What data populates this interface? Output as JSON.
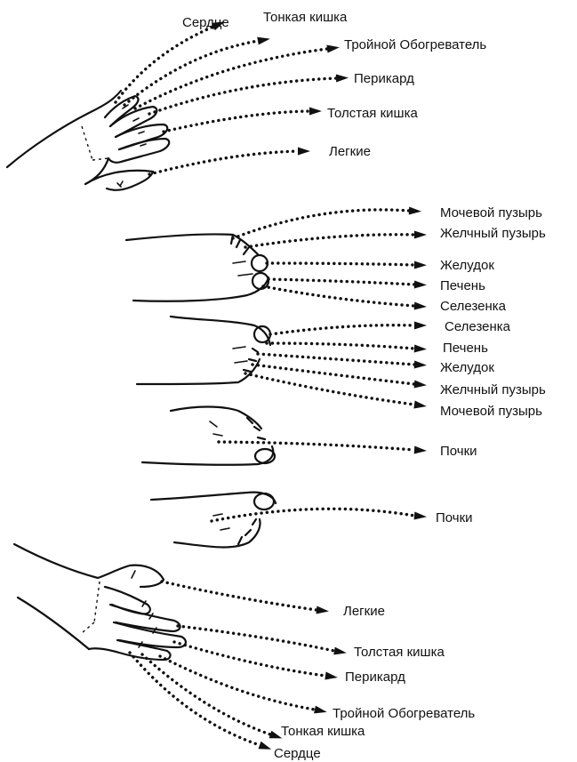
{
  "labels": {
    "upper_hand": {
      "heart": "Сердце",
      "small_intestine": "Тонкая кишка",
      "triple_warmer": "Тройной Обогреватель",
      "pericardium": "Перикард",
      "large_intestine": "Толстая кишка",
      "lungs": "Легкие"
    },
    "foot_1": {
      "bladder": "Мочевой пузырь",
      "gallbladder": "Желчный пузырь",
      "stomach": "Желудок",
      "liver": "Печень",
      "spleen": "Селезенка"
    },
    "foot_2": {
      "spleen": "Селезенка",
      "liver": "Печень",
      "stomach": "Желудок",
      "gallbladder": "Желчный пузырь",
      "bladder": "Мочевой пузырь"
    },
    "foot_3": {
      "kidneys": "Почки"
    },
    "foot_4": {
      "kidneys": "Почки"
    },
    "lower_hand": {
      "lungs": "Легкие",
      "large_intestine": "Толстая кишка",
      "pericardium": "Перикард",
      "triple_warmer": "Тройной Обогреватель",
      "small_intestine": "Тонкая кишка",
      "heart": "Сердце"
    }
  },
  "colors": {
    "ink": "#111111",
    "paper": "#ffffff"
  }
}
